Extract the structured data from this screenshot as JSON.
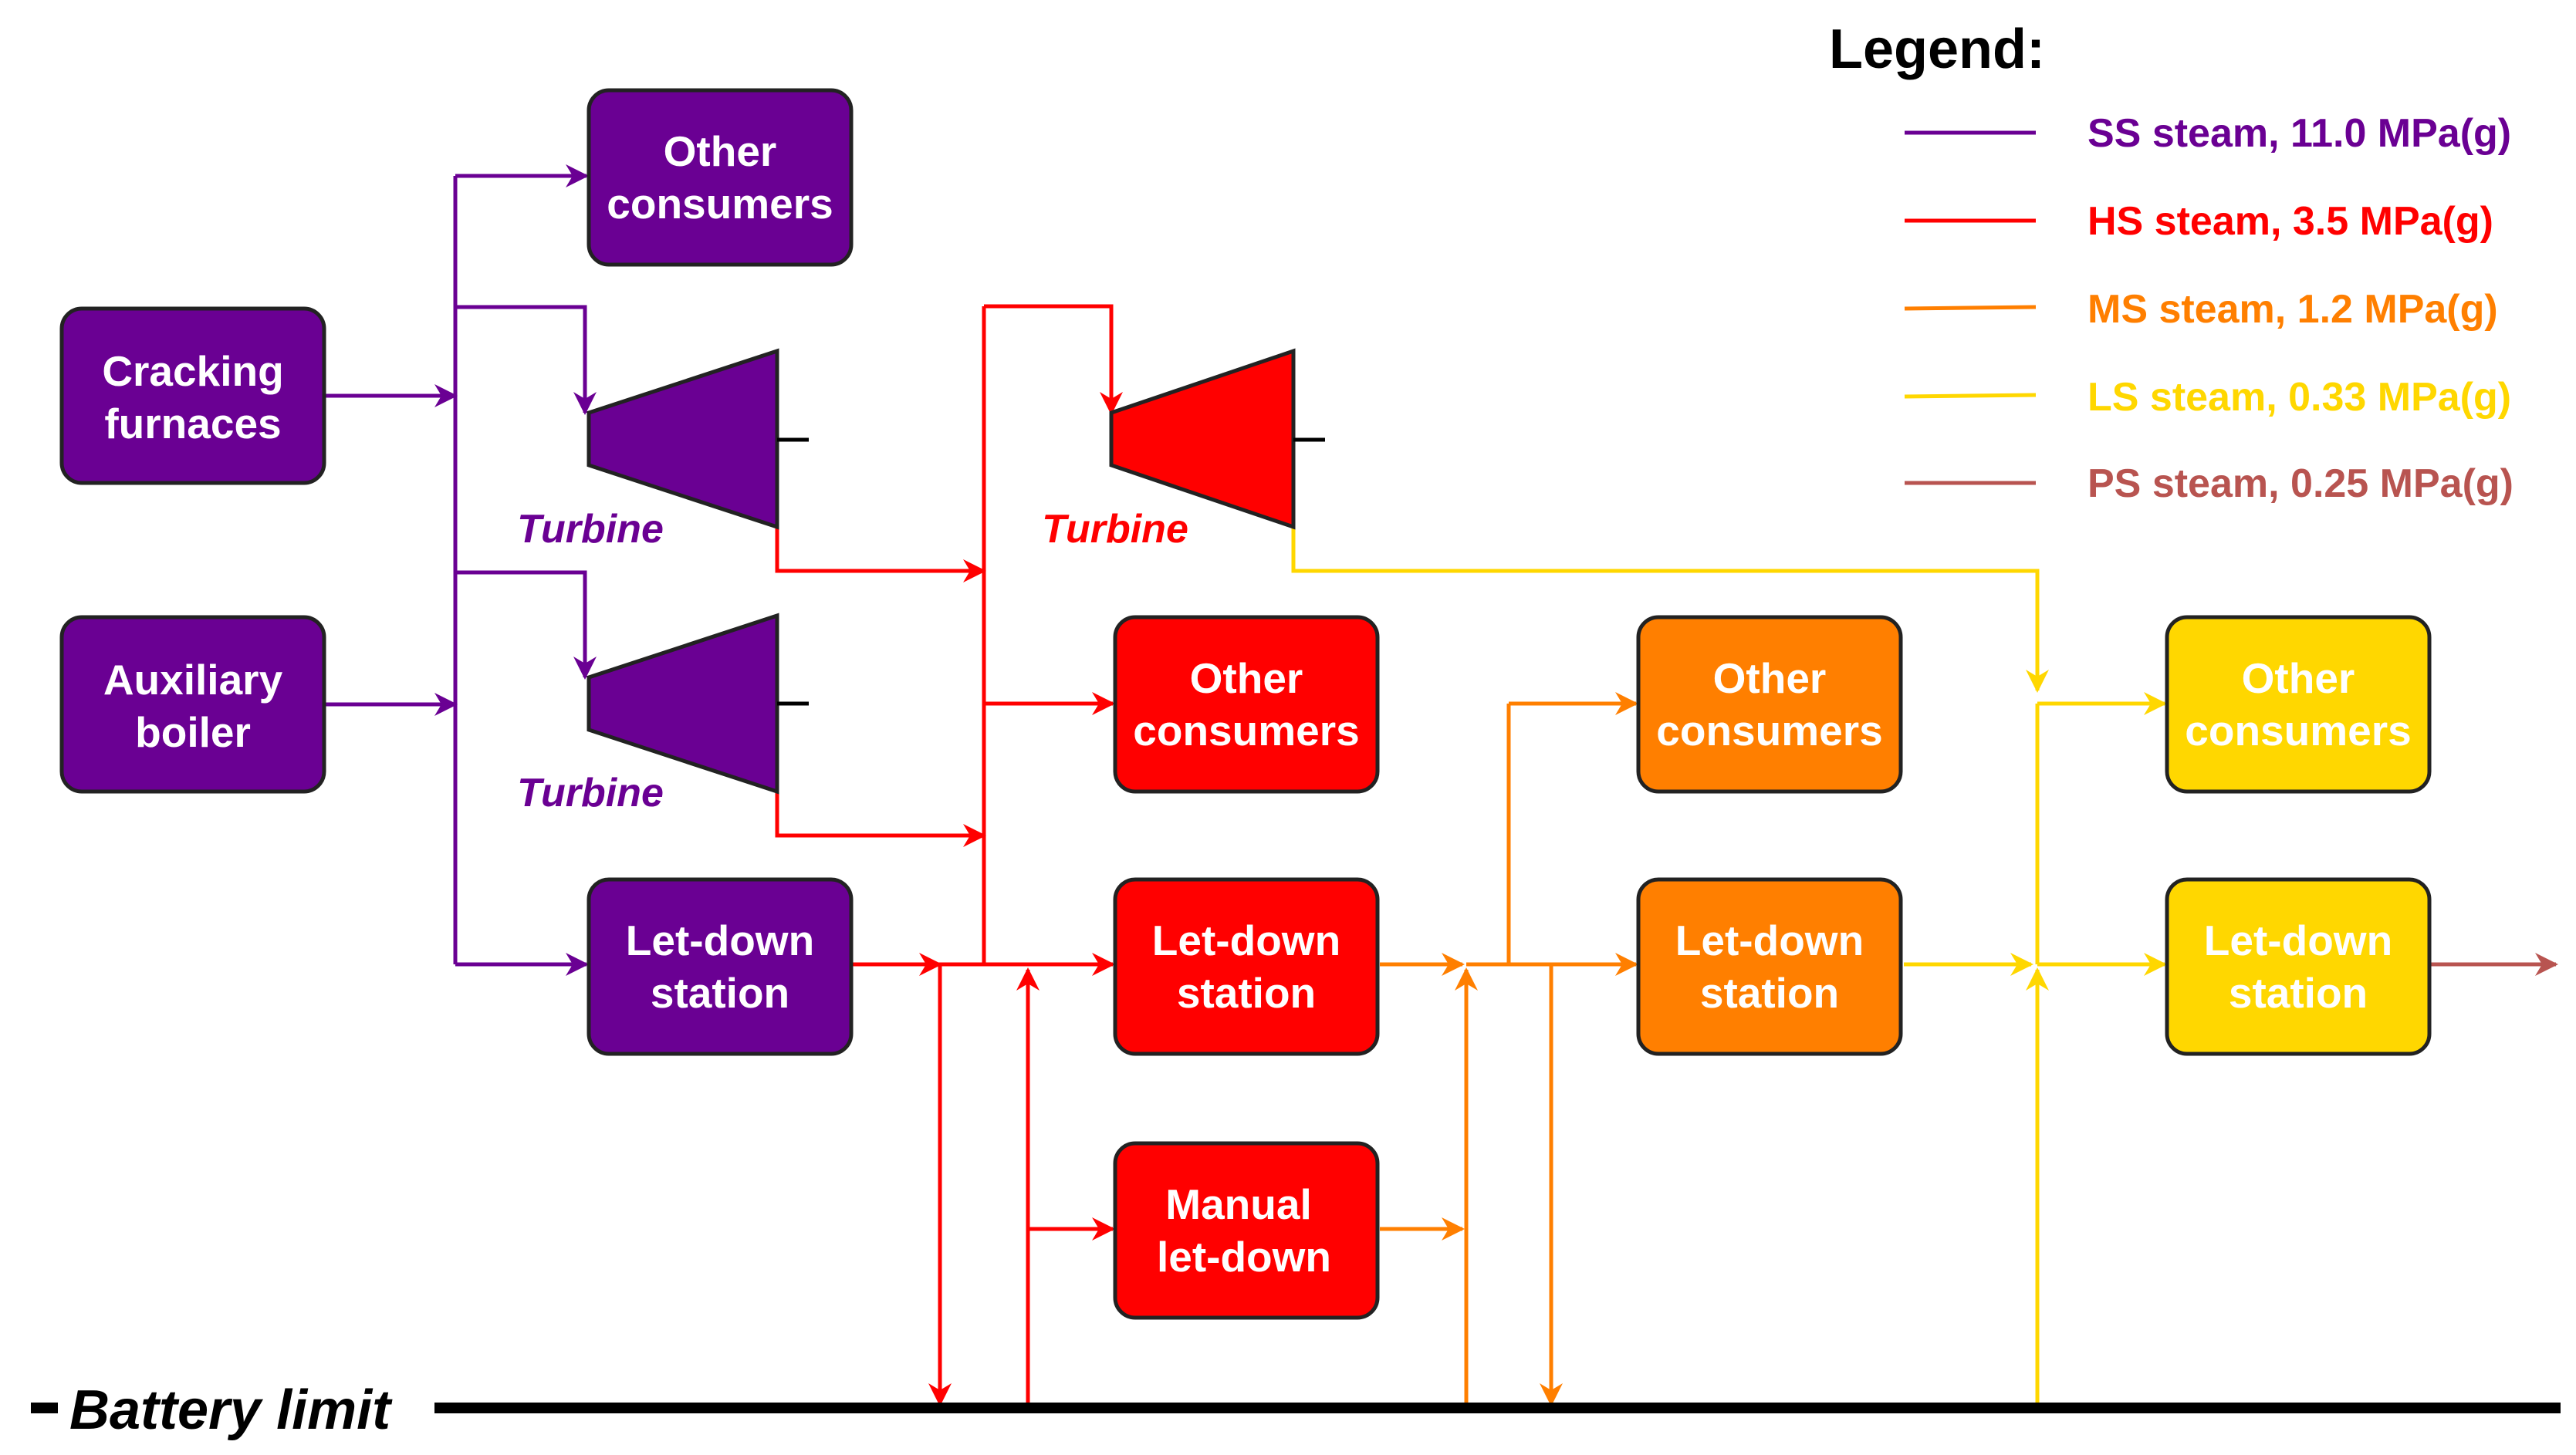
{
  "colors": {
    "ss": "#6a0093",
    "hs": "#ff0000",
    "ms": "#ff7f00",
    "ls": "#ffd700",
    "ps": "#b85450",
    "border": "#222222",
    "text_on_box": "#ffffff"
  },
  "legend": {
    "title": "Legend:",
    "items": [
      {
        "label": "SS steam, 11.0 MPa(g)",
        "color": "#6a0093"
      },
      {
        "label": "HS steam, 3.5 MPa(g)",
        "color": "#ff0000"
      },
      {
        "label": "MS steam, 1.2 MPa(g)",
        "color": "#ff7f00"
      },
      {
        "label": "LS steam, 0.33 MPa(g)",
        "color": "#ffd700"
      },
      {
        "label": "PS steam, 0.25 MPa(g)",
        "color": "#b85450"
      }
    ]
  },
  "nodes": {
    "cracking_furnaces": {
      "line1": "Cracking",
      "line2": "furnaces"
    },
    "auxiliary_boiler": {
      "line1": "Auxiliary",
      "line2": "boiler"
    },
    "ss_other_consumers": {
      "line1": "Other",
      "line2": "consumers"
    },
    "ss_letdown": {
      "line1": "Let-down",
      "line2": "station"
    },
    "hs_other_consumers": {
      "line1": "Other",
      "line2": "consumers"
    },
    "hs_letdown": {
      "line1": "Let-down",
      "line2": "station"
    },
    "hs_manual_letdown": {
      "line1": "Manual",
      "line2": "let-down"
    },
    "ms_other_consumers": {
      "line1": "Other",
      "line2": "consumers"
    },
    "ms_letdown": {
      "line1": "Let-down",
      "line2": "station"
    },
    "ls_other_consumers": {
      "line1": "Other",
      "line2": "consumers"
    },
    "ls_letdown": {
      "line1": "Let-down",
      "line2": "station"
    }
  },
  "turbines": {
    "ss_turbine_1": {
      "label": "Turbine"
    },
    "ss_turbine_2": {
      "label": "Turbine"
    },
    "hs_turbine": {
      "label": "Turbine"
    }
  },
  "battery_limit": {
    "label": "Battery limit"
  }
}
